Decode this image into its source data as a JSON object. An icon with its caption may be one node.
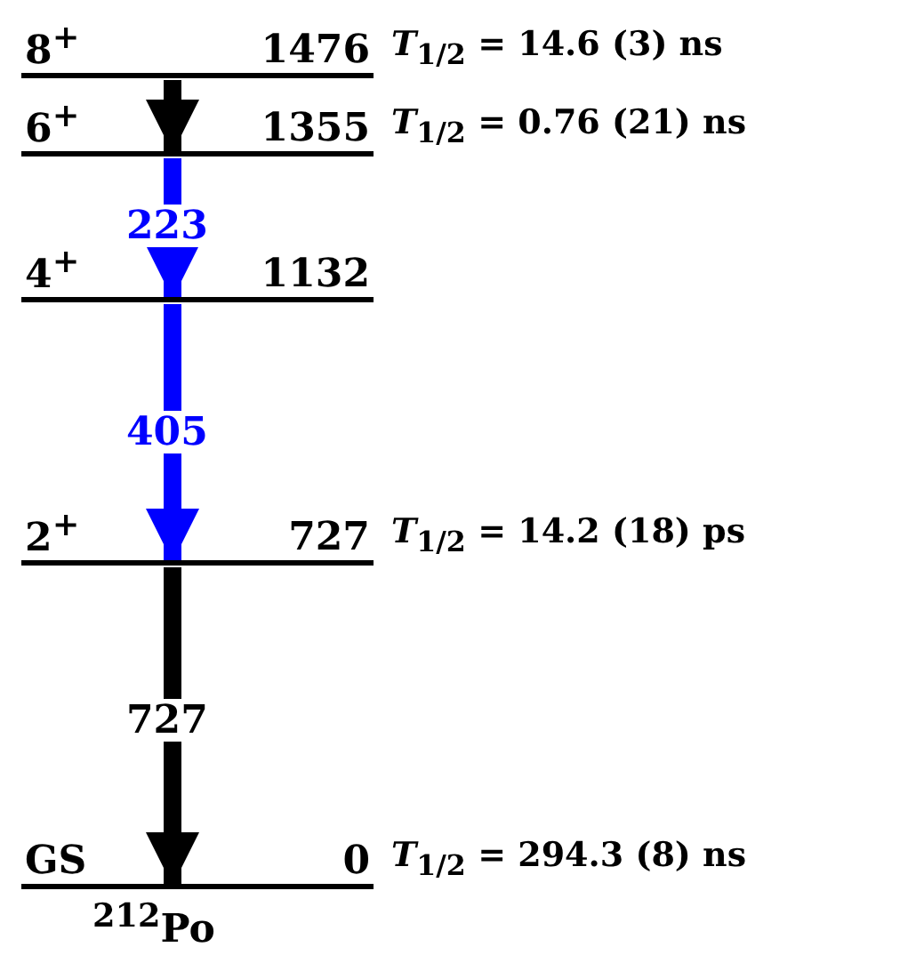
{
  "diagram": {
    "nodes": [
      {
        "text": [
          "8$^{+}$",
          "1476"
        ],
        "beside": [
          "*T*$_{1/2}$ = 14.6 (3) ns"
        ]
      },
      {
        "text": [
          "6$^{+}$",
          "1355"
        ],
        "beside": [
          "*T*$_{1/2}$ = 0.76 (21) ns"
        ]
      },
      {
        "text": [
          "4$^{+}$",
          "1132"
        ]
      },
      {
        "text": [
          "2$^{+}$",
          "727"
        ],
        "beside": [
          "*T*$_{1/2}$ = 14.2 (18) ps"
        ]
      },
      {
        "text": [
          "GS",
          "0"
        ],
        "beside": [
          "*T*$_{1/2}$ = 294.3 (8) ns"
        ]
      }
    ],
    "edges": [
      {
        "from": 0,
        "to": 1,
        "arrow": "to"
      },
      {
        "from": 1,
        "to": 2,
        "arrow": "to",
        "label": "223",
        "color": "#0000ff"
      },
      {
        "from": 2,
        "to": 3,
        "arrow": "to",
        "label": "405",
        "color": "#0000ff"
      },
      {
        "from": 3,
        "to": 4,
        "arrow": "to",
        "label": "727"
      }
    ],
    "labels": [
      "$^{212}$Po"
    ]
  }
}
